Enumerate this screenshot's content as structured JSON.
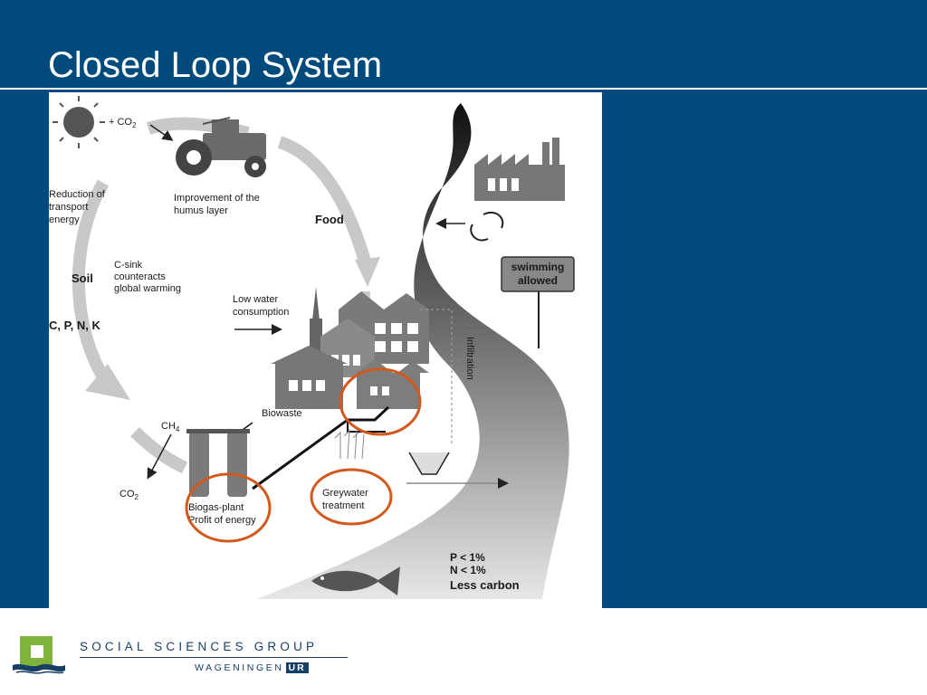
{
  "slide": {
    "title": "Closed Loop System",
    "background": "#004a7c",
    "highlight_color": "#d2581c"
  },
  "diagram": {
    "co2_top": "+ CO",
    "co2_top_sub": "2",
    "reduction": [
      "Reduction of",
      "transport",
      "energy"
    ],
    "humus": [
      "Improvement of the",
      "humus layer"
    ],
    "food": "Food",
    "csink": [
      "C-sink",
      "counteracts",
      "global warming"
    ],
    "soil": "Soil",
    "nutrients": "C, P, N, K",
    "water": [
      "Low water",
      "consumption"
    ],
    "infiltration": "Infiltration",
    "swimming": [
      "swimming",
      "allowed"
    ],
    "biowaste": "Biowaste",
    "ch4": "CH",
    "ch4_sub": "4",
    "co2_bottom": "CO",
    "co2_bottom_sub": "2",
    "biogas": [
      "Biogas-plant",
      "Profit of energy"
    ],
    "greywater": [
      "Greywater",
      "treatment"
    ],
    "river_stats": [
      "P < 1%",
      "N < 1%",
      "Less carbon"
    ]
  },
  "footer": {
    "org": "SOCIAL SCIENCES GROUP",
    "sub": "WAGENINGEN",
    "ur": "UR",
    "logo_color": "#7fb33b",
    "text_color": "#173f66"
  }
}
